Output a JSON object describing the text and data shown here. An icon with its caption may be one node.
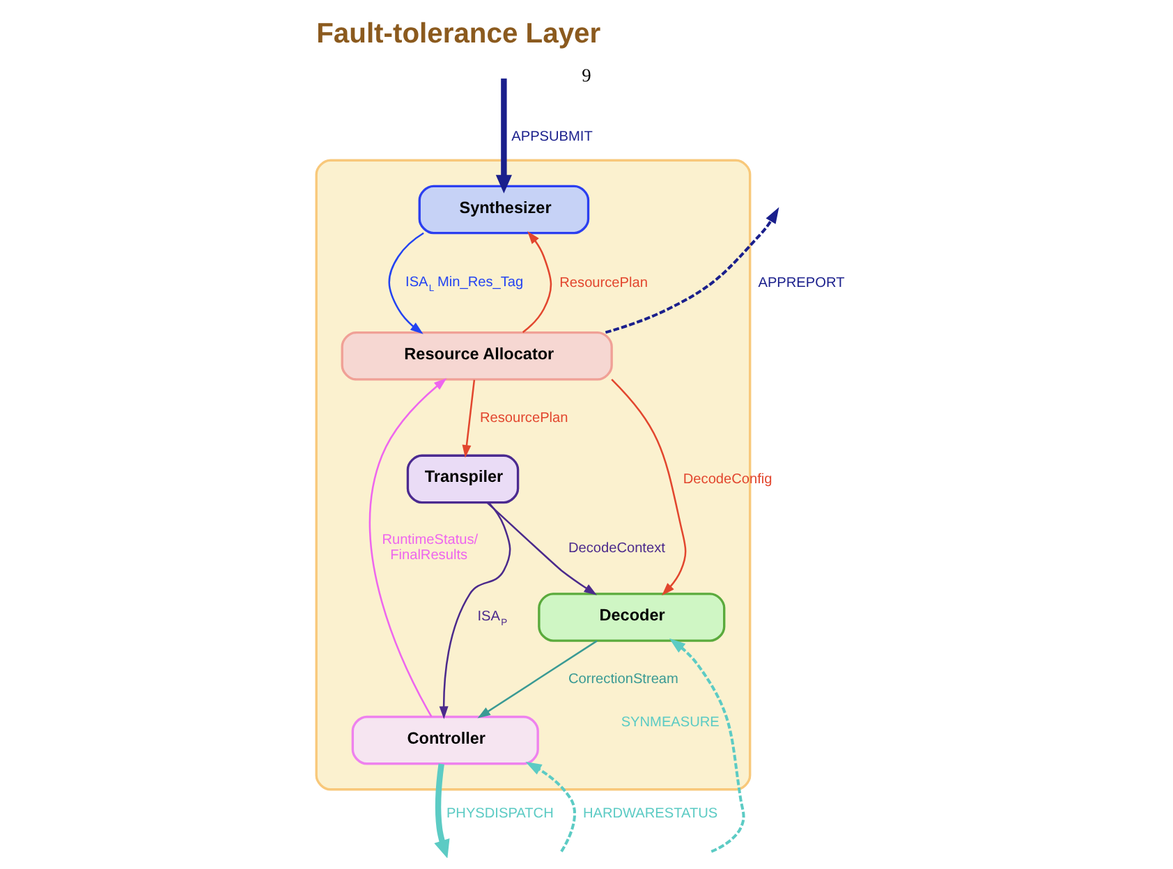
{
  "diagram": {
    "title": "Fault-tolerance Layer",
    "nodes": [
      {
        "text": [],
        "shape": "box"
      },
      {
        "text": [
          "Synthesizer"
        ],
        "in": 0
      },
      {
        "text": [
          "Resource Allocator"
        ],
        "in": 0
      },
      {
        "text": [
          "Transpiler"
        ],
        "in": 0
      },
      {
        "text": [
          "Decoder"
        ],
        "in": 0
      },
      {
        "text": [
          "Controller"
        ],
        "in": 0
      }
    ],
    "edges": [
      {
        "from": null,
        "to": 1,
        "arrow": "to",
        "label": "APPSUBMIT",
        "style": "thick",
        "color": "#1a1f8c"
      },
      {
        "from": 2,
        "to": null,
        "arrow": "to",
        "label": "APPREPORT",
        "style": "dashed",
        "color": "#1a1f8c"
      },
      {
        "from": 2,
        "to": 1,
        "arrow": "to",
        "label": "ResourcePlan",
        "color": "#e2462e"
      },
      {
        "from": 1,
        "to": 2,
        "arrow": "to",
        "label": "ISA$_{L}$ Min_Res_Tag",
        "color": "#2343f2"
      },
      {
        "from": 2,
        "to": 3,
        "arrow": "to",
        "label": "ResourcePlan",
        "color": "#e2462e"
      },
      {
        "from": 2,
        "to": 4,
        "arrow": "to",
        "label": "DecodeConfig",
        "color": "#e2462e"
      },
      {
        "from": 3,
        "to": 4,
        "arrow": "to",
        "label": "DecodeContext",
        "color": "#4b2a8c"
      },
      {
        "from": 3,
        "to": 5,
        "arrow": "to",
        "label": "ISA$_{P}$",
        "color": "#4b2a8c"
      },
      {
        "from": 4,
        "to": 5,
        "arrow": "to",
        "label": "CorrectionStream",
        "color": "#3a9a94"
      },
      {
        "from": 5,
        "to": 2,
        "arrow": "to",
        "label": "RuntimeStatus/ FinalResults",
        "color": "#ee66ee"
      },
      {
        "from": null,
        "to": 5,
        "arrow": "to",
        "label": "HARDWARESTATUS",
        "style": "dashed",
        "color": "#5ccbc4"
      },
      {
        "from": 5,
        "to": null,
        "arrow": "to",
        "label": "PHYSDISPATCH",
        "style": "thick",
        "color": "#5ccbc4"
      },
      {
        "from": null,
        "to": 4,
        "arrow": "to",
        "label": "SYNMEASURE",
        "style": "dashed",
        "color": "#5ccbc4"
      }
    ],
    "labels": [
      "9"
    ]
  }
}
